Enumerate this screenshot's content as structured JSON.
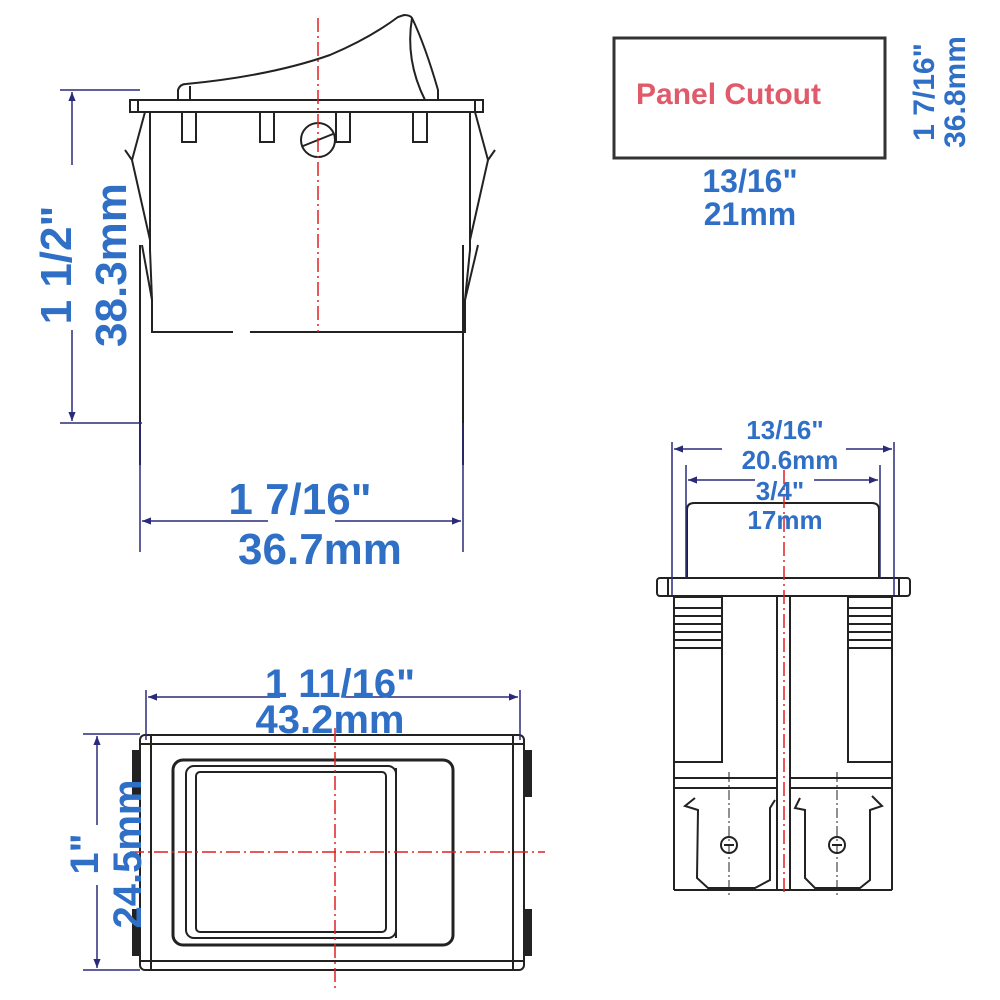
{
  "colors": {
    "dimension_text": "#2f6fc6",
    "dimension_line": "#2a2a7a",
    "outline": "#222222",
    "centerline": "#e02020",
    "cutout_label": "#e05a6a"
  },
  "side_view": {
    "height_inch": "1 1/2\"",
    "height_mm": "38.3mm",
    "width_inch": "1 7/16\"",
    "width_mm": "36.7mm"
  },
  "panel_cutout": {
    "label": "Panel Cutout",
    "width_inch": "13/16\"",
    "width_mm": "21mm",
    "height_inch": "1 7/16\"",
    "height_mm": "36.8mm"
  },
  "end_view": {
    "outer_width_inch": "13/16\"",
    "outer_width_mm": "20.6mm",
    "inner_width_inch": "3/4\"",
    "inner_width_mm": "17mm"
  },
  "front_view": {
    "width_inch": "1 11/16\"",
    "width_mm": "43.2mm",
    "height_inch": "1\"",
    "height_mm": "24.5mm"
  }
}
